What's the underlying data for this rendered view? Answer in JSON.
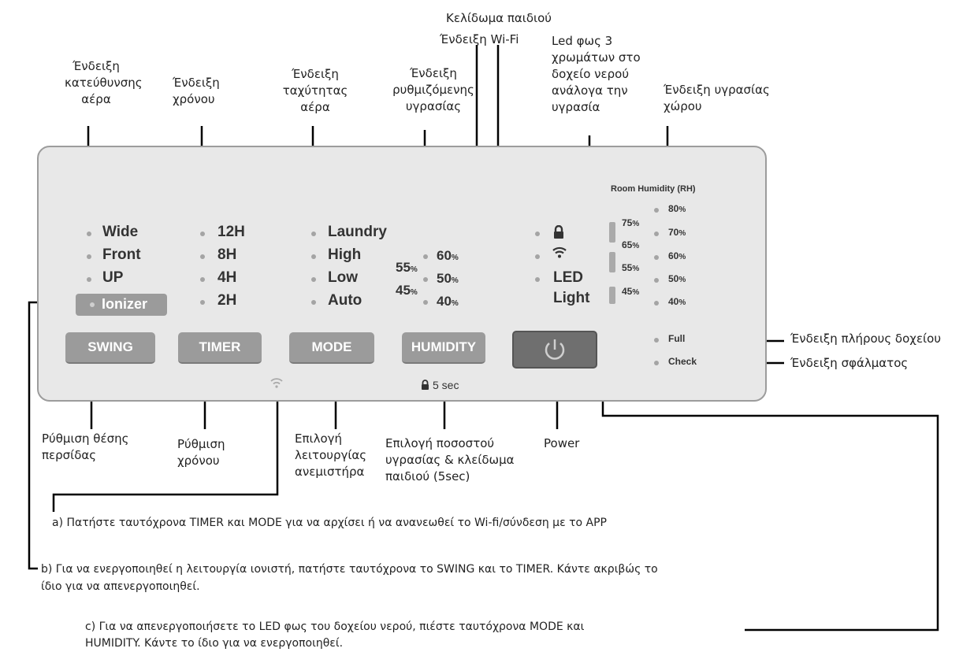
{
  "callouts_top": {
    "airflow_direction": "Ένδειξη κατεύθυνσης αέρα",
    "timer": "Ένδειξη χρόνου",
    "fan_speed": "Ένδειξη ταχύτητας αέρα",
    "set_humidity": "Ένδειξη ρυθμιζόμενης υγρασίας",
    "child_lock": "Κελίδωμα παιδιού",
    "wifi": "Ένδειξη Wi-Fi",
    "led_light": "Led φως 3 χρωμάτων στο δοχείο νερού ανάλογα την υγρασία",
    "room_humidity": "Ένδειξη υγρασίας χώρου"
  },
  "callouts_right": {
    "tank_full": "Ένδειξη πλήρους δοχείου",
    "error": "Ένδειξη σφάλματος"
  },
  "callouts_bottom": {
    "swing": "Ρύθμιση θέσης περσίδας",
    "timer": "Ρύθμιση χρόνου",
    "mode": "Επιλογή λειτουργίας ανεμιστήρα",
    "humidity": "Επιλογή ποσοστού υγρασίας & κλείδωμα παιδιού (5sec)",
    "power": "Power"
  },
  "panel": {
    "swing_options": [
      "Wide",
      "Front",
      "UP"
    ],
    "ionizer": "Ionizer",
    "timer_options": [
      "12H",
      "8H",
      "4H",
      "2H"
    ],
    "mode_options": [
      "Laundry",
      "High",
      "Low",
      "Auto"
    ],
    "humidity_set": [
      {
        "value": "60",
        "unit": "%"
      },
      {
        "value": "50",
        "unit": "%"
      },
      {
        "value": "40",
        "unit": "%"
      }
    ],
    "humidity_mid": [
      {
        "value": "55",
        "unit": "%"
      },
      {
        "value": "45",
        "unit": "%"
      }
    ],
    "led_label_1": "LED",
    "led_label_2": "Light",
    "room_humidity_title": "Room Humidity (RH)",
    "room_humidity_levels": [
      {
        "value": "80",
        "unit": "%"
      },
      {
        "value": "70",
        "unit": "%"
      },
      {
        "value": "60",
        "unit": "%"
      },
      {
        "value": "50",
        "unit": "%"
      },
      {
        "value": "40",
        "unit": "%"
      }
    ],
    "room_humidity_mid": [
      {
        "value": "75",
        "unit": "%"
      },
      {
        "value": "65",
        "unit": "%"
      },
      {
        "value": "55",
        "unit": "%"
      },
      {
        "value": "45",
        "unit": "%"
      }
    ],
    "status_full": "Full",
    "status_check": "Check",
    "buttons": {
      "swing": "SWING",
      "timer": "TIMER",
      "mode": "MODE",
      "humidity": "HUMIDITY"
    },
    "lock_hint": "5 sec",
    "icons": [
      "lock-icon",
      "wifi-icon",
      "power-icon"
    ]
  },
  "notes": {
    "a": "a)  Πατήστε ταυτόχρονα TIMER και MODE για να αρχίσει ή να ανανεωθεί το Wi-fi/σύνδεση με το APP",
    "b_line1": "b) Για να ενεργοποιηθεί η λειτουργία ιονιστή, πατήστε ταυτόχρονα το SWING και το TIMER. Κάντε ακριβώς το",
    "b_line2": "ίδιο για να απενεργοποιηθεί.",
    "c_line1": "c) Για να απενεργοποιήσετε το LED φως του δοχείου νερού, πιέστε ταυτόχρονα MODE και",
    "c_line2": "HUMIDITY. Κάντε το ίδιο για να ενεργοποιηθεί."
  },
  "colors": {
    "panel_bg": "#e8e8e8",
    "button_bg": "#9b9b9b",
    "power_bg": "#6f6f6f",
    "indicator_dot": "#a4a4a4"
  }
}
